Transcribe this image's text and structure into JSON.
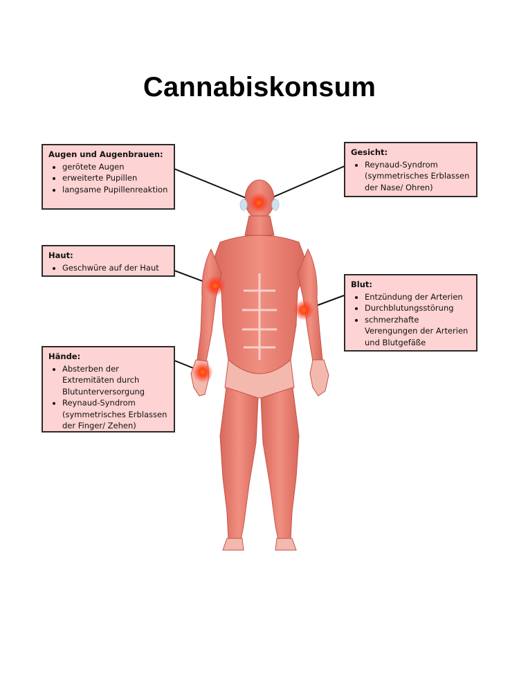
{
  "title": "Cannabiskonsum",
  "boxes": {
    "augen": {
      "heading": "Augen und Augenbrauen:",
      "items": [
        "gerötete Augen",
        "erweiterte Pupillen",
        "langsame Pupillenreaktion"
      ]
    },
    "gesicht": {
      "heading": "Gesicht:",
      "items": [
        "Reynaud-Syndrom (symmetrisches Erblassen der Nase/ Ohren)"
      ]
    },
    "haut": {
      "heading": "Haut:",
      "items": [
        "Geschwüre auf der Haut"
      ]
    },
    "blut": {
      "heading": "Blut:",
      "items": [
        "Entzündung der Arterien",
        "Durchblutungsstörung",
        "schmerzhafte Verengungen der Arterien und Blutgefäße"
      ]
    },
    "haende": {
      "heading": "Hände:",
      "items": [
        "Absterben der Extremitäten durch Blutunterversorgung",
        "Reynaud-Syndrom (symmetrisches Erblassen der Finger/ Zehen)"
      ]
    }
  },
  "colors": {
    "box_fill": "#fdd3d3",
    "muscle": "#e8786a",
    "hotspot": "#ff3b1f"
  }
}
